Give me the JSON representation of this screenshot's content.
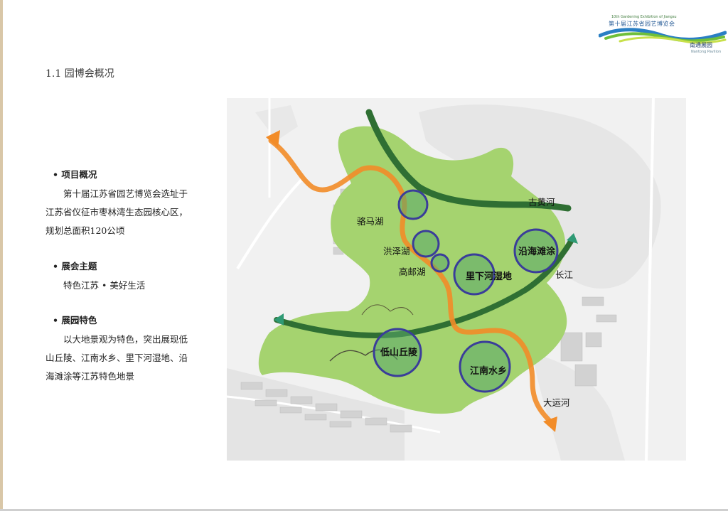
{
  "logo": {
    "en": "10th Gardening Exhibition of Jiangsu",
    "cn": "第十届江苏省园艺博览会",
    "pavilion_cn": "南通展园",
    "pavilion_en": "Nantong Pavilion",
    "colors": {
      "blue": "#2a7fc4",
      "green": "#6fbf3a",
      "lime": "#c8e04a"
    }
  },
  "section_title": "1.1 园博会概况",
  "overview": {
    "heading": "• 项目概况",
    "lines": [
      "第十届江苏省园艺博览会选址于",
      "江苏省仪征市枣林湾生态园核心区，",
      "规划总面积120公顷"
    ]
  },
  "theme": {
    "heading": "• 展会主题",
    "text": "特色江苏 • 美好生活"
  },
  "features": {
    "heading": "• 展园特色",
    "lines": [
      "以大地景观为特色，突出展现低",
      "山丘陵、江南水乡、里下河湿地、沿",
      "海滩涂等江苏特色地景"
    ]
  },
  "map": {
    "labels": {
      "luoma": "骆马湖",
      "hongze": "洪泽湖",
      "gaoyou": "高邮湖",
      "lixiahe": "里下河湿地",
      "yanhai": "沿海滩涂",
      "guhuanghe": "古黄河",
      "changjiang": "长江",
      "dishan": "低山丘陵",
      "jiangnan": "江南水乡",
      "dayunhe": "大运河"
    },
    "colors": {
      "green_area": "#a5d36f",
      "dark_green": "#2f6f33",
      "orange": "#f28c28",
      "circle_blue": "#3a3d9a",
      "teal": "#2f9a74"
    }
  }
}
